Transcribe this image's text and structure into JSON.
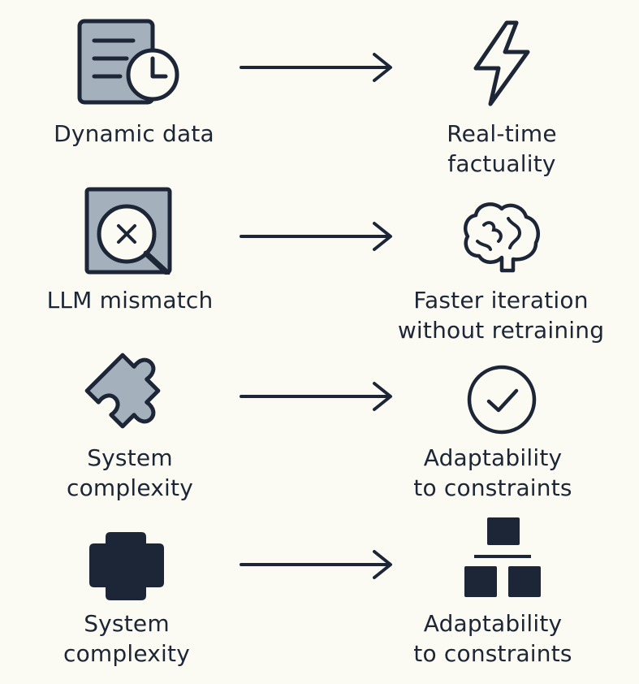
{
  "colors": {
    "background": "#fbfaf3",
    "ink": "#1c2636",
    "fill": "#a4b0bc"
  },
  "rows": [
    {
      "left": {
        "icon": "document-clock-icon",
        "lines": [
          "Dynamic data"
        ]
      },
      "right": {
        "icon": "lightning-icon",
        "lines": [
          "Real-time",
          "factuality"
        ]
      }
    },
    {
      "left": {
        "icon": "magnifier-x-icon",
        "lines": [
          "LLM mismatch"
        ]
      },
      "right": {
        "icon": "brain-icon",
        "lines": [
          "Faster iteration",
          "without retraining"
        ]
      }
    },
    {
      "left": {
        "icon": "puzzle-piece-icon",
        "lines": [
          "System",
          "complexity"
        ]
      },
      "right": {
        "icon": "check-circle-icon",
        "lines": [
          "Adaptability",
          "to constraints"
        ]
      }
    },
    {
      "left": {
        "icon": "cross-shape-icon",
        "lines": [
          "System",
          "complexity"
        ]
      },
      "right": {
        "icon": "hierarchy-blocks-icon",
        "lines": [
          "Adaptability",
          "to constraints"
        ]
      }
    }
  ]
}
